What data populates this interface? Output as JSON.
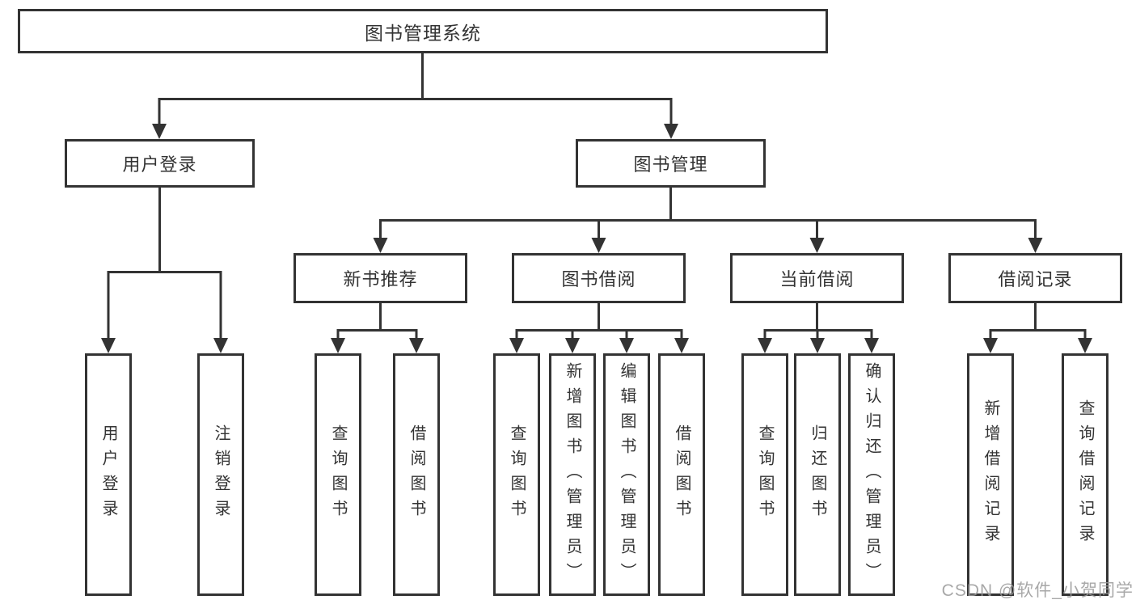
{
  "tree": {
    "root": {
      "label": "图书管理系统"
    },
    "branches": [
      {
        "label": "用户登录",
        "children": [
          {
            "label": "用户登录"
          },
          {
            "label": "注销登录"
          }
        ]
      },
      {
        "label": "图书管理",
        "children": [
          {
            "label": "新书推荐",
            "children": [
              {
                "label": "查询图书"
              },
              {
                "label": "借阅图书"
              }
            ]
          },
          {
            "label": "图书借阅",
            "children": [
              {
                "label": "查询图书"
              },
              {
                "label": "新增图书（管理员）"
              },
              {
                "label": "编辑图书（管理员）"
              },
              {
                "label": "借阅图书"
              }
            ]
          },
          {
            "label": "当前借阅",
            "children": [
              {
                "label": "查询图书"
              },
              {
                "label": "归还图书"
              },
              {
                "label": "确认归还（管理员）"
              }
            ]
          },
          {
            "label": "借阅记录",
            "children": [
              {
                "label": "新增借阅记录"
              },
              {
                "label": "查询借阅记录"
              }
            ]
          }
        ]
      }
    ]
  },
  "watermark": {
    "text": "CSDN @软件_小贺同学"
  },
  "colors": {
    "line": "#333333",
    "box_fill": "#ffffff",
    "text": "#333333",
    "watermark": "#999999"
  }
}
